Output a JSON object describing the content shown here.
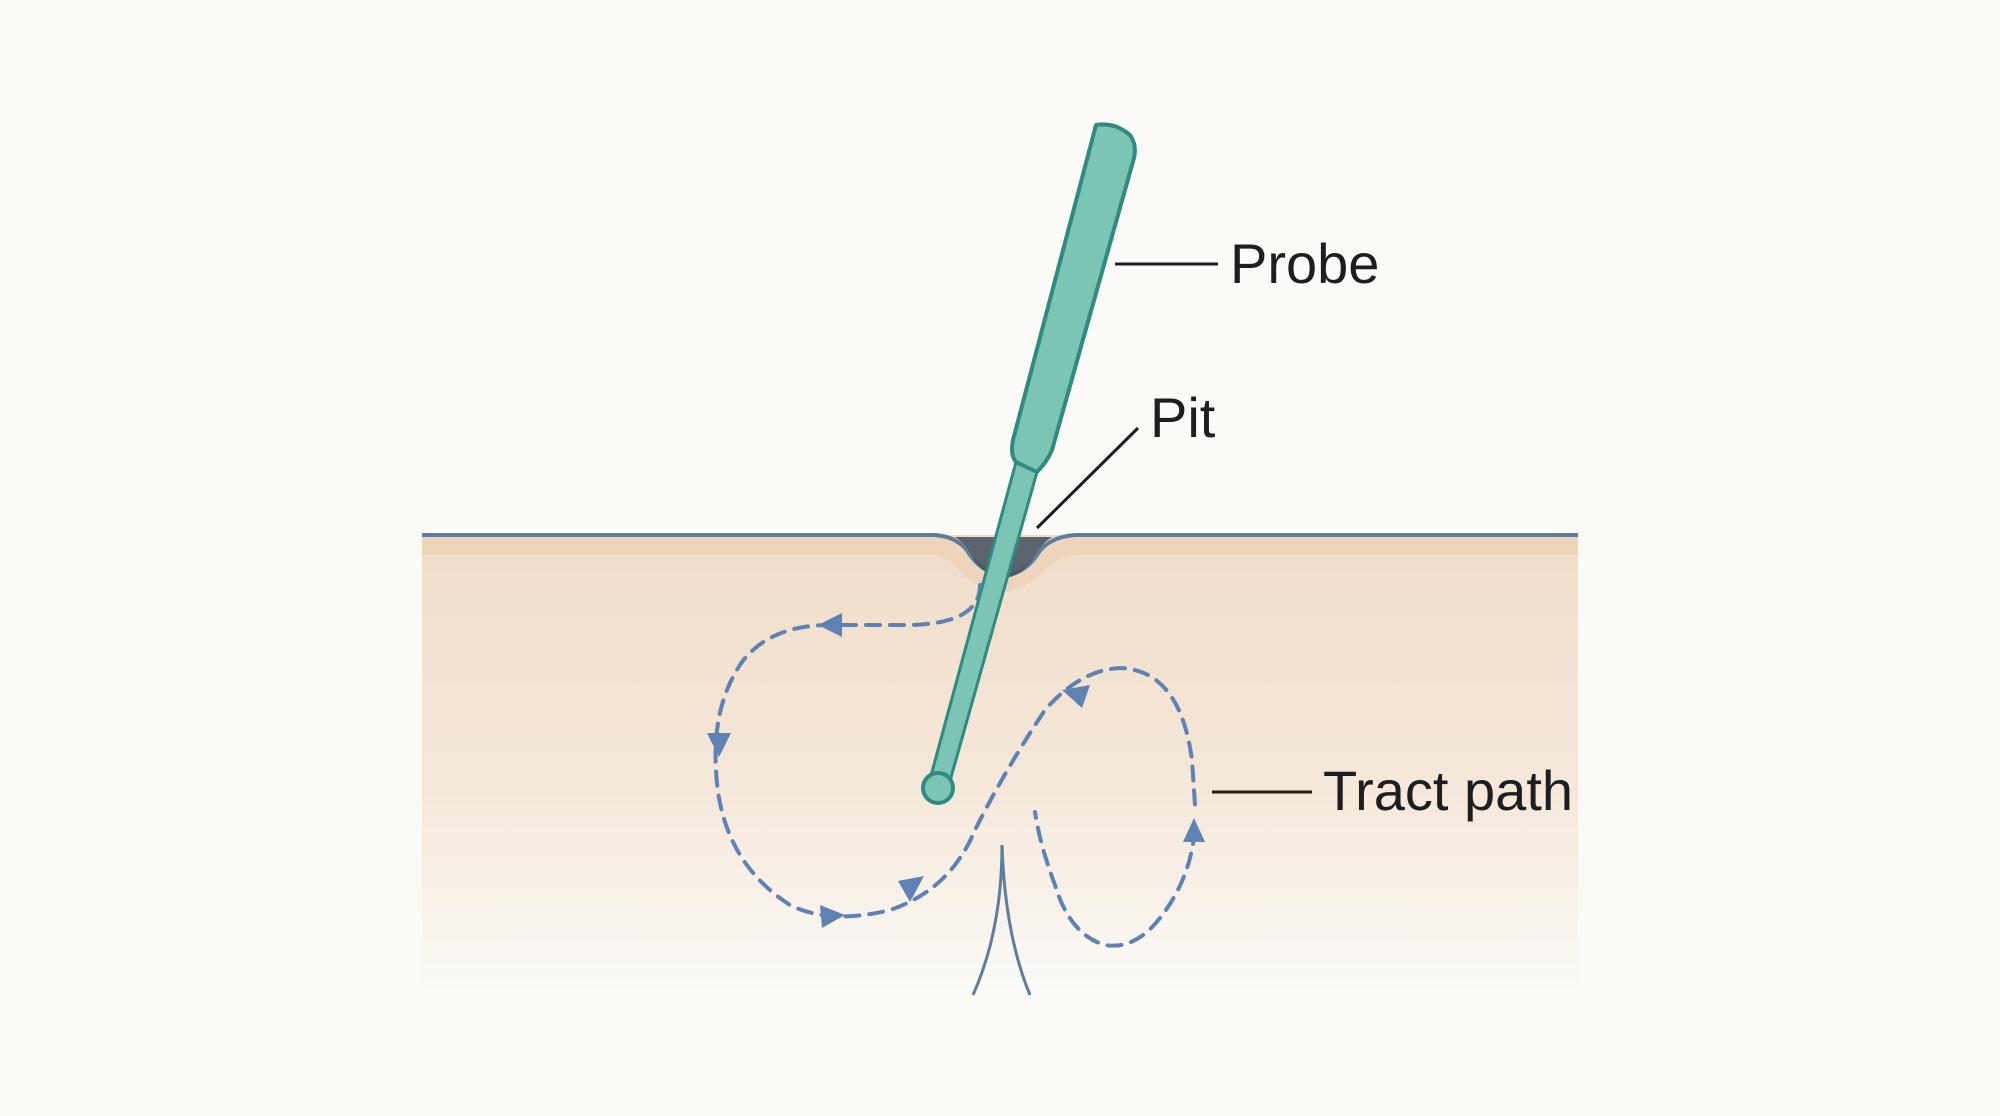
{
  "labels": {
    "probe": "Probe",
    "pit": "Pit",
    "tract_path": "Tract path"
  },
  "colors": {
    "background": "#fbfaf7",
    "skin_fill": "#f3e4d2",
    "skin_surface": "#5f7d9c",
    "probe_fill": "#7cc4b4",
    "probe_outline": "#2f8a7f",
    "tract_path": "#5f82b5",
    "label_line": "#1e1e1e",
    "pit_shadow": "#4a5565"
  }
}
